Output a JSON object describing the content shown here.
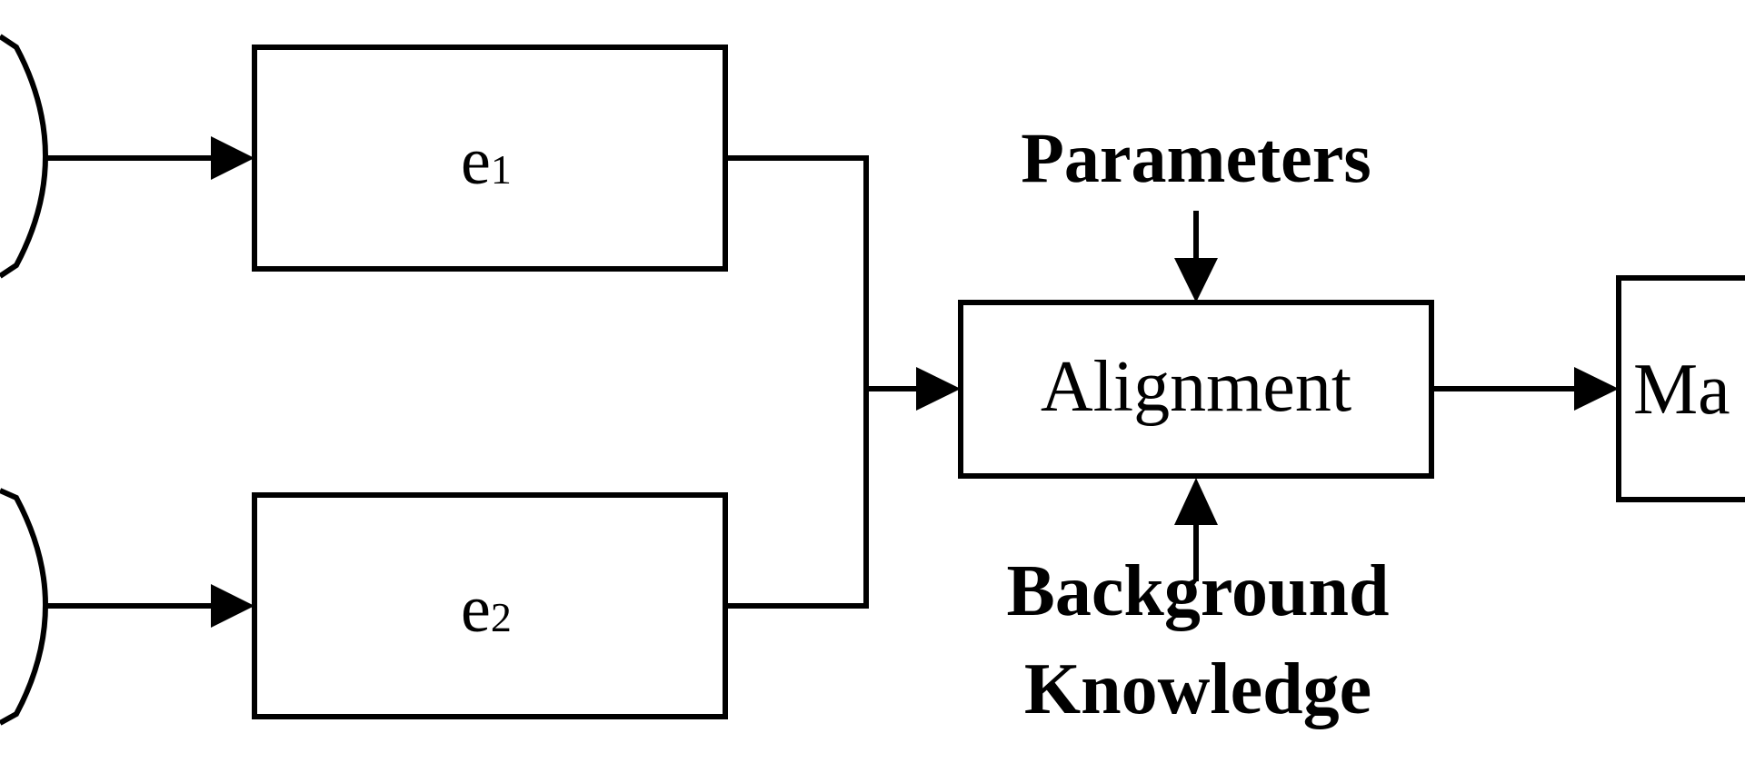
{
  "nodes": {
    "e1": {
      "base": "e",
      "sub": "1"
    },
    "e2": {
      "base": "e",
      "sub": "2"
    },
    "alignment": "Alignment",
    "parameters": "Parameters",
    "background_line1": "Background",
    "background_line2": "Knowledge",
    "match_partial": "Ma"
  },
  "colors": {
    "stroke": "#000000",
    "background": "#ffffff"
  }
}
